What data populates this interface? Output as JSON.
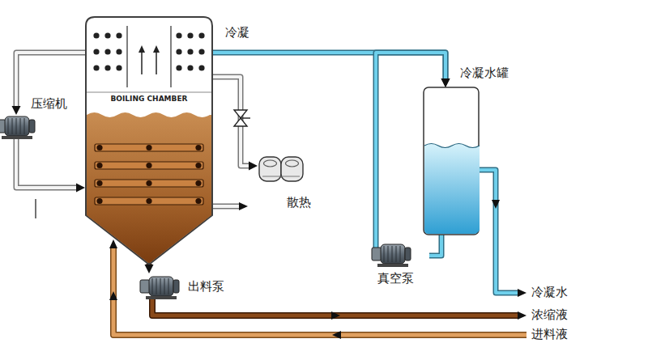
{
  "diagram": {
    "nodes": [
      {
        "text": [
          "BOILING CHAMBER"
        ]
      },
      {
        "text": [
          "冷凝水罐"
        ]
      },
      {
        "text": [
          "压缩机"
        ]
      },
      {
        "text": [
          "散热"
        ]
      },
      {
        "text": [
          "出料泵"
        ]
      },
      {
        "text": [
          "真空泵"
        ]
      }
    ],
    "edges": [
      {
        "from": 0,
        "to": 1,
        "arrow": "to"
      },
      {
        "from": 5,
        "to": 1,
        "arrow": "to"
      },
      {
        "from": 0,
        "to": 2,
        "arrow": "to"
      },
      {
        "from": 2,
        "to": 0,
        "arrow": "to"
      },
      {
        "from": 0,
        "to": 3,
        "arrow": "to"
      },
      {
        "from": 0,
        "to": 4,
        "arrow": "to"
      }
    ],
    "labels": [
      "冷凝",
      "冷凝水",
      "浓缩液",
      "进料液"
    ]
  }
}
